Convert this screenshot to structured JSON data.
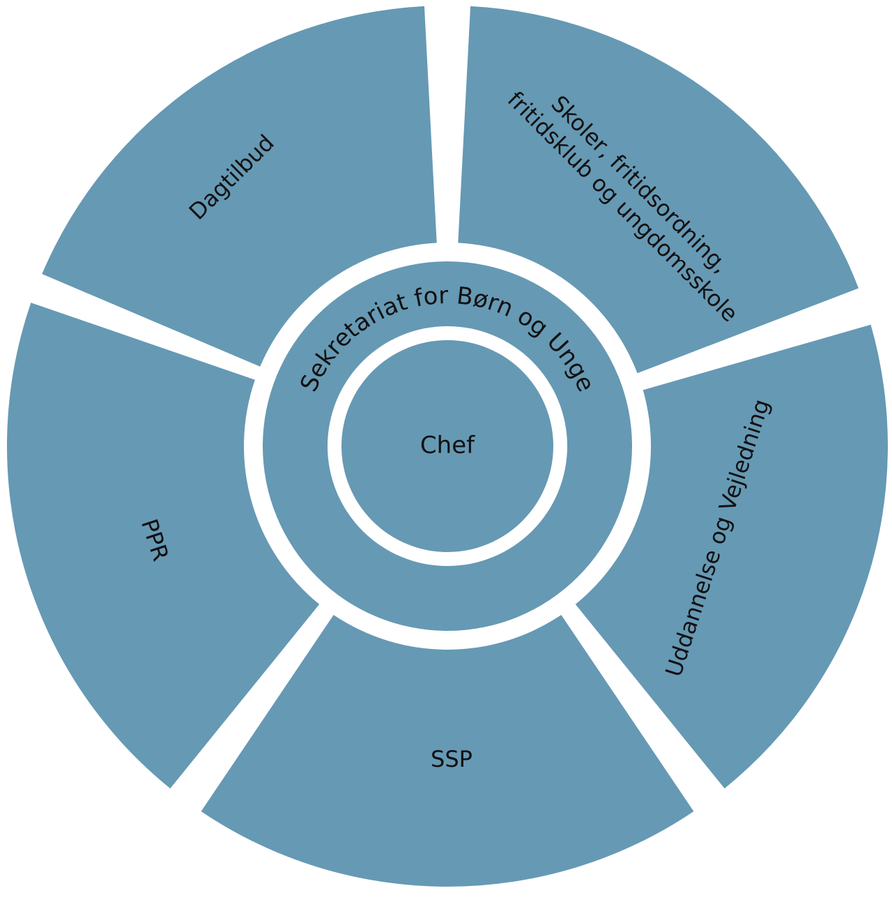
{
  "center": {
    "label": "Chef"
  },
  "middle_ring": {
    "label": "Sekretariat for Børn og Unge"
  },
  "outer_segments": [
    {
      "id": "dagtilbud",
      "lines": [
        "Dagtilbud"
      ]
    },
    {
      "id": "skoler",
      "lines": [
        "Skoler, fritidsordning,",
        "fritidsklub og ungdomsskole"
      ]
    },
    {
      "id": "uddannelse",
      "lines": [
        "Uddannelse og Vejledning"
      ]
    },
    {
      "id": "ssp",
      "lines": [
        "SSP"
      ]
    },
    {
      "id": "ppr",
      "lines": [
        "PPR"
      ]
    }
  ],
  "colors": {
    "segment_fill": "#6699b4",
    "gap": "#ffffff",
    "text": "#111111"
  }
}
